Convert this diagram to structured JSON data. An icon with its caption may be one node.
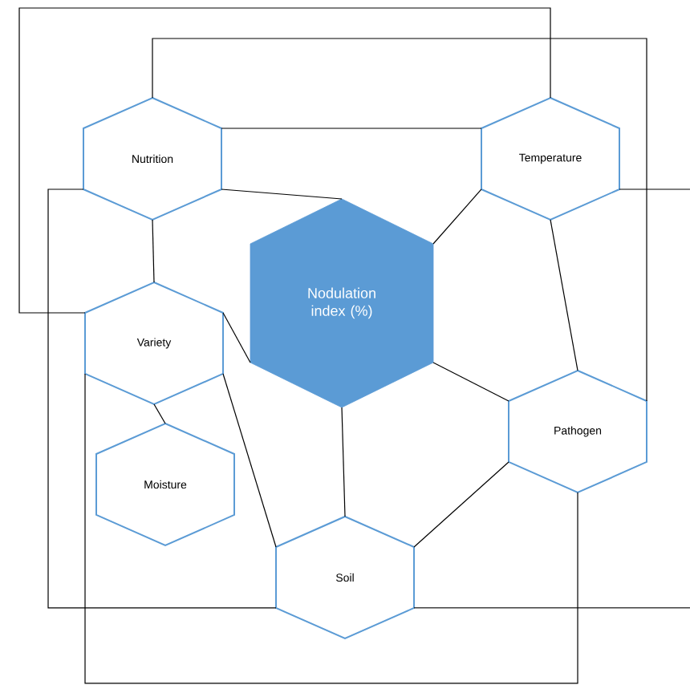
{
  "diagram": {
    "nodes": [
      {
        "text": [
          "Nutrition"
        ]
      },
      {
        "text": [
          "Temperature"
        ]
      },
      {
        "text": [
          "Nodulation index (%)"
        ]
      },
      {
        "text": [
          "Variety"
        ]
      },
      {
        "text": [
          "Pathogen"
        ]
      },
      {
        "text": [
          "Moisture"
        ]
      },
      {
        "text": [
          "Soil"
        ]
      }
    ],
    "edges": [
      {
        "from": 0,
        "to": 1,
        "arrow": "none"
      },
      {
        "from": 0,
        "to": 2,
        "arrow": "none"
      },
      {
        "from": 1,
        "to": 2,
        "arrow": "none"
      },
      {
        "from": 0,
        "to": 3,
        "arrow": "none"
      },
      {
        "from": 3,
        "to": 2,
        "arrow": "none"
      },
      {
        "from": 3,
        "to": 6,
        "arrow": "none"
      },
      {
        "from": 3,
        "to": 5,
        "arrow": "none"
      },
      {
        "from": 2,
        "to": 6,
        "arrow": "none"
      },
      {
        "from": 2,
        "to": 4,
        "arrow": "none"
      },
      {
        "from": 4,
        "to": 6,
        "arrow": "none"
      },
      {
        "from": 1,
        "to": 4,
        "arrow": "none"
      },
      {
        "from": 1,
        "to": 3,
        "arrow": "none"
      },
      {
        "from": 0,
        "to": 4,
        "arrow": "none"
      },
      {
        "from": 0,
        "to": 6,
        "arrow": "none"
      },
      {
        "from": 3,
        "to": 4,
        "arrow": "none"
      },
      {
        "from": 1,
        "to": null,
        "arrow": "none"
      },
      {
        "from": 6,
        "to": null,
        "arrow": "none"
      }
    ]
  }
}
